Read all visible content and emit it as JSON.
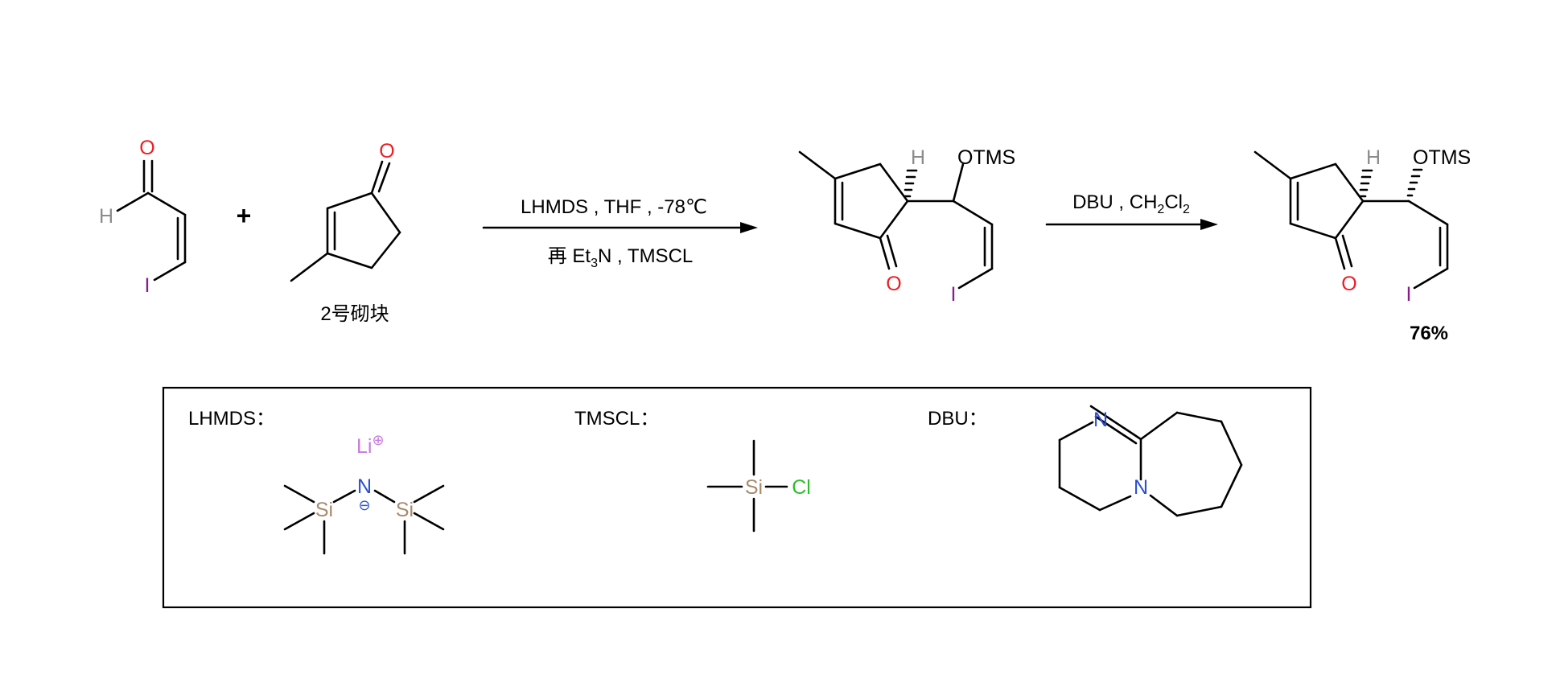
{
  "colors": {
    "oxygen": "#ee1c24",
    "iodine": "#8b1a8b",
    "hydrogen": "#8c8c8c",
    "nitrogen": "#2a4fd6",
    "silicon": "#a88a6c",
    "chlorine": "#2fbd2f",
    "lithium": "#c77ae0",
    "bond": "#000000"
  },
  "reaction": {
    "plus": "+",
    "reagent1": {
      "o": "O",
      "h": "H",
      "i": "I"
    },
    "reagent2": {
      "o": "O",
      "caption": "2号砌块"
    },
    "step1": {
      "line1": "LHMDS , THF , -78℃",
      "line2_prefix": "再 Et",
      "line2_sub": "3",
      "line2_suffix": "N , TMSCL"
    },
    "intermediate": {
      "h": "H",
      "otms": "OTMS",
      "o": "O",
      "i": "I"
    },
    "step2": {
      "prefix": "DBU , CH",
      "sub1": "2",
      "mid": "Cl",
      "sub2": "2"
    },
    "product": {
      "h": "H",
      "otms": "OTMS",
      "o": "O",
      "i": "I",
      "yield": "76%"
    }
  },
  "legend": {
    "lhmds": {
      "label": "LHMDS：",
      "li": "Li",
      "li_charge": "⊕",
      "n": "N",
      "n_charge": "⊖",
      "si": "Si"
    },
    "tmscl": {
      "label": "TMSCL：",
      "si": "Si",
      "cl": "Cl"
    },
    "dbu": {
      "label": "DBU：",
      "n": "N"
    }
  }
}
